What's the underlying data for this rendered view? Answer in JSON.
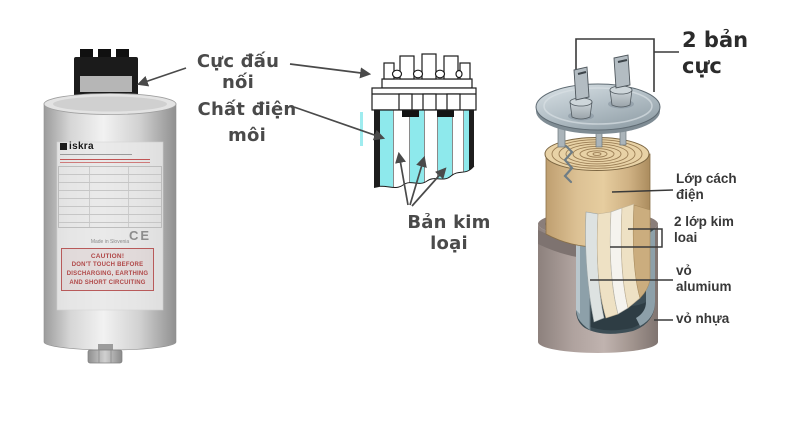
{
  "annotations": {
    "terminal_label": "Cực đấu nối",
    "dielectric_line1": "Chất điện",
    "dielectric_line2": "môi",
    "metal_plates_label": "Bản kim loại",
    "electrodes_line1": "2 bản",
    "electrodes_line2": "cực",
    "insulation_line1": "Lớp cách",
    "insulation_line2": "điện",
    "metal_layers_line1": "2 lớp kim",
    "metal_layers_line2": "loai",
    "aluminum_line1": "vỏ",
    "aluminum_line2": "alumium",
    "plastic_label": "vỏ nhựa"
  },
  "product_label": {
    "brand": "iskra",
    "ce_mark": "CE",
    "made_in": "Made in Slovenia",
    "caution_line1": "CAUTION!",
    "caution_line2": "DON'T TOUCH BEFORE",
    "caution_line3": "DISCHARGING, EARTHING",
    "caution_line4": "AND SHORT CIRCUITING"
  },
  "colors": {
    "background": "#ffffff",
    "dielectric_cyan": "#8ee9ec",
    "annotation_text": "#4a4a4a",
    "caution_red": "#b04848",
    "roll_tan": "#d8bd90",
    "casing_taupe": "#a79a96",
    "lid_gray": "#b7c2c8"
  }
}
